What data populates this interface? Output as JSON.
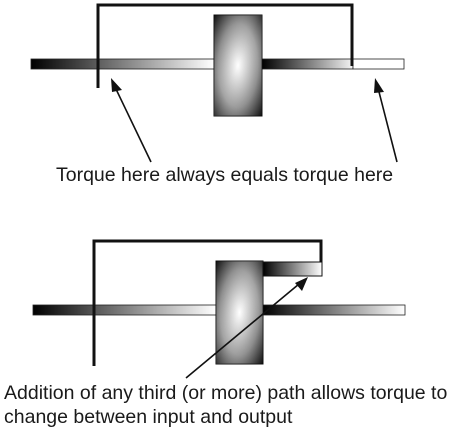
{
  "captions": {
    "top": "Torque here always equals torque here",
    "bottom_line1": "Addition of any third (or more) path allows torque to",
    "bottom_line2": "change between input and output"
  }
}
